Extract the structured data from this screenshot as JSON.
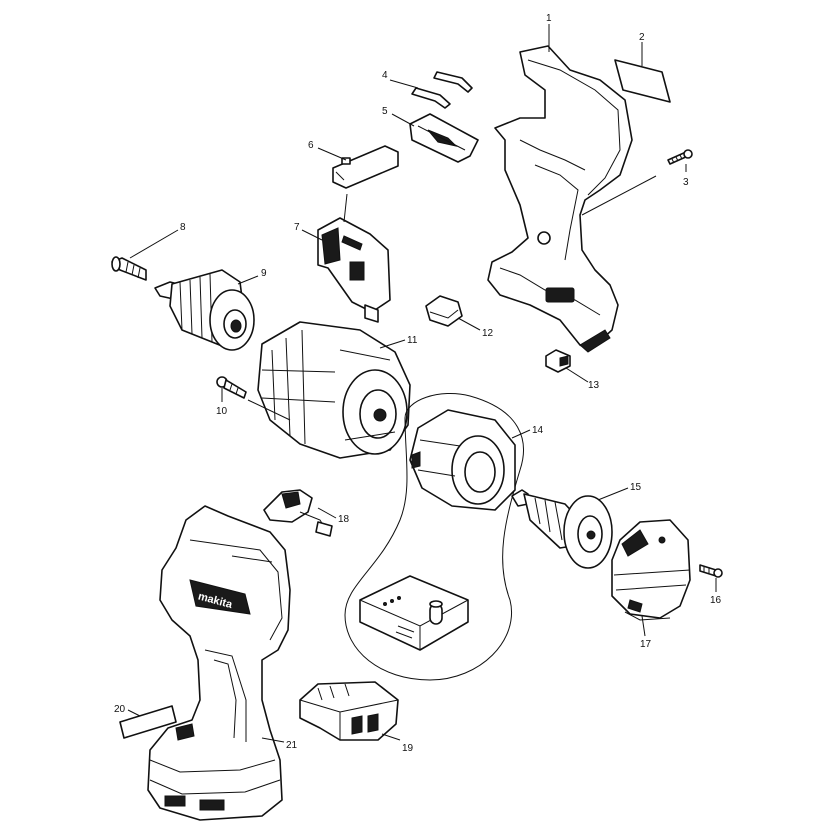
{
  "diagram": {
    "brand_text": "makita",
    "callouts": [
      {
        "id": "1",
        "text": "1"
      },
      {
        "id": "2",
        "text": "2"
      },
      {
        "id": "3",
        "text": "3"
      },
      {
        "id": "4",
        "text": "4"
      },
      {
        "id": "5",
        "text": "5"
      },
      {
        "id": "6",
        "text": "6"
      },
      {
        "id": "7",
        "text": "7"
      },
      {
        "id": "8",
        "text": "8"
      },
      {
        "id": "9",
        "text": "9"
      },
      {
        "id": "10",
        "text": "10"
      },
      {
        "id": "11",
        "text": "11"
      },
      {
        "id": "12",
        "text": "12"
      },
      {
        "id": "13",
        "text": "13"
      },
      {
        "id": "14",
        "text": "14"
      },
      {
        "id": "15",
        "text": "15"
      },
      {
        "id": "16",
        "text": "16"
      },
      {
        "id": "17",
        "text": "17"
      },
      {
        "id": "18",
        "text": "18"
      },
      {
        "id": "19",
        "text": "19"
      },
      {
        "id": "20",
        "text": "20"
      },
      {
        "id": "21",
        "text": "21"
      }
    ],
    "colors": {
      "line": "#111111",
      "background": "#ffffff"
    }
  }
}
